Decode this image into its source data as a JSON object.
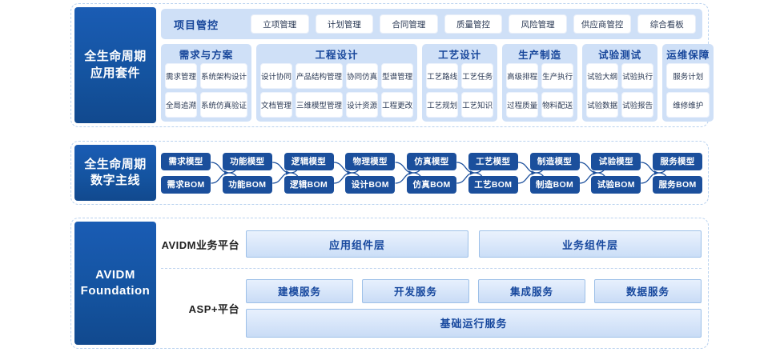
{
  "sections": {
    "suite": {
      "side_label_line1": "全生命周期",
      "side_label_line2": "应用套件",
      "pm_title": "项目管控",
      "pm_items": [
        "立项管理",
        "计划管理",
        "合同管理",
        "质量管控",
        "风险管理",
        "供应商管控",
        "综合看板"
      ],
      "groups": [
        {
          "title": "需求与方案",
          "row1": [
            "需求管理",
            "系统架构设计"
          ],
          "row2": [
            "全局追溯",
            "系统仿真验证"
          ]
        },
        {
          "title": "工程设计",
          "row1": [
            "设计协同",
            "产品结构管理",
            "协同仿真",
            "型谱管理"
          ],
          "row2": [
            "文档管理",
            "三维模型管理",
            "设计资源",
            "工程更改"
          ]
        },
        {
          "title": "工艺设计",
          "row1": [
            "工艺路线",
            "工艺任务"
          ],
          "row2": [
            "工艺规划",
            "工艺知识"
          ]
        },
        {
          "title": "生产制造",
          "row1": [
            "高级排程",
            "生产执行"
          ],
          "row2": [
            "过程质量",
            "物料配送"
          ]
        },
        {
          "title": "试验测试",
          "row1": [
            "试验大纲",
            "试验执行"
          ],
          "row2": [
            "试验数据",
            "试验报告"
          ]
        },
        {
          "title": "运维保障",
          "row1": [
            "服务计划"
          ],
          "row2": [
            "维修维护"
          ]
        }
      ]
    },
    "thread": {
      "side_label_line1": "全生命周期",
      "side_label_line2": "数字主线",
      "columns": [
        {
          "model": "需求模型",
          "bom": "需求BOM"
        },
        {
          "model": "功能模型",
          "bom": "功能BOM"
        },
        {
          "model": "逻辑模型",
          "bom": "逻辑BOM"
        },
        {
          "model": "物理模型",
          "bom": "设计BOM"
        },
        {
          "model": "仿真模型",
          "bom": "仿真BOM"
        },
        {
          "model": "工艺模型",
          "bom": "工艺BOM"
        },
        {
          "model": "制造模型",
          "bom": "制造BOM"
        },
        {
          "model": "试验模型",
          "bom": "试验BOM"
        },
        {
          "model": "服务模型",
          "bom": "服务BOM"
        }
      ]
    },
    "foundation": {
      "side_label_line1": "AVIDM",
      "side_label_line2": "Foundation",
      "business_platform_label": "AVIDM业务平台",
      "business_layers": [
        "应用组件层",
        "业务组件层"
      ],
      "asp_platform_label": "ASP+平台",
      "services": [
        "建模服务",
        "开发服务",
        "集成服务",
        "数据服务"
      ],
      "base_service": "基础运行服务"
    }
  },
  "colors": {
    "brand_blue": "#1a5cb4",
    "panel_blue": "#cfe0f7",
    "node_blue": "#1b4f9c",
    "text_blue": "#16459a",
    "dashed_border": "#b9d2ef"
  }
}
